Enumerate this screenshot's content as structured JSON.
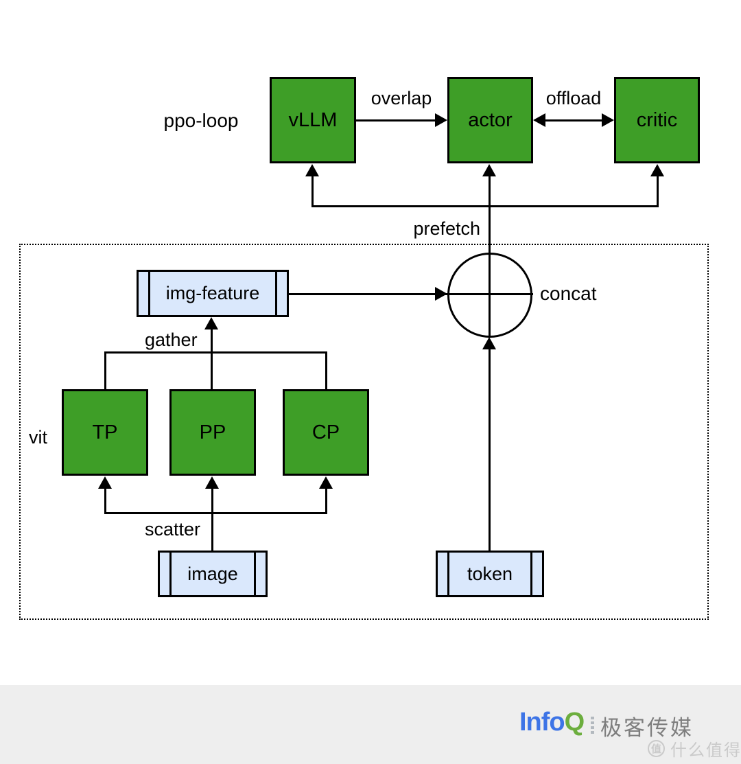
{
  "diagram": {
    "ppo_loop_label": "ppo-loop",
    "top_row": {
      "vllm": "vLLM",
      "overlap": "overlap",
      "actor": "actor",
      "offload": "offload",
      "critic": "critic"
    },
    "prefetch_label": "prefetch",
    "concat_label": "concat",
    "img_feature_label": "img-feature",
    "gather_label": "gather",
    "vit_label": "vit",
    "vit_boxes": {
      "tp": "TP",
      "pp": "PP",
      "cp": "CP"
    },
    "scatter_label": "scatter",
    "image_label": "image",
    "token_label": "token",
    "colors": {
      "node_green": "#3E9E27",
      "data_node_blue": "#DAE8FC",
      "line_black": "#000000"
    }
  },
  "footer": {
    "infoq_info": "Info",
    "infoq_q": "Q",
    "brand_cn": "极客传媒",
    "watermark_badge": "值",
    "watermark_text": "什么值得买",
    "colors": {
      "info_blue": "#3D74E6",
      "q_green": "#6CAE3E",
      "brand_gray": "#7E7E7E",
      "watermark_gray": "#CACACA",
      "band_gray": "#EEEEEE"
    }
  }
}
